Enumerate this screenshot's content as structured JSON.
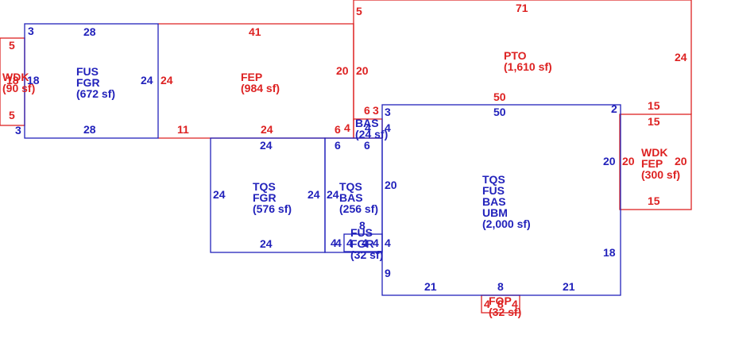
{
  "colors": {
    "blue": "#2222bb",
    "red": "#dd2222"
  },
  "areas": [
    {
      "id": "fus-fgr",
      "color": "blue",
      "lines": [
        "FUS",
        "FGR",
        "(672 sf)"
      ]
    },
    {
      "id": "fep-984",
      "color": "red",
      "lines": [
        "FEP",
        "(984 sf)"
      ]
    },
    {
      "id": "pto",
      "color": "red",
      "lines": [
        "PTO",
        "(1,610 sf)"
      ]
    },
    {
      "id": "wdk-90",
      "color": "red",
      "lines": [
        "WDK",
        "(90 sf)"
      ]
    },
    {
      "id": "tqs-fgr",
      "color": "blue",
      "lines": [
        "TQS",
        "FGR",
        "(576 sf)"
      ]
    },
    {
      "id": "tqs-bas",
      "color": "blue",
      "lines": [
        "TQS",
        "BAS",
        "(256 sf)"
      ]
    },
    {
      "id": "bas-24",
      "color": "blue",
      "lines": [
        "BAS",
        "(24 sf)"
      ]
    },
    {
      "id": "main",
      "color": "blue",
      "lines": [
        "TQS",
        "FUS",
        "BAS",
        "UBM",
        "(2,000 sf)"
      ]
    },
    {
      "id": "wdk-fep",
      "color": "red",
      "lines": [
        "WDK",
        "FEP",
        "(300 sf)"
      ]
    },
    {
      "id": "fus-fgr-32",
      "color": "blue",
      "lines": [
        "FUS",
        "FGR",
        "(32 sf)"
      ]
    },
    {
      "id": "fop",
      "color": "red",
      "lines": [
        "FOP",
        "(32 sf)"
      ]
    }
  ],
  "dimensions": {
    "wdk_left": "5",
    "wdk_left_bottom": "5",
    "wdk_overlap_18": "18",
    "wdk_overlap_6": "18",
    "fus_top": "28",
    "fus_bottom": "28",
    "fus_top_left": "3",
    "fus_bottom_left": "3",
    "fus_right": "24",
    "fep_top": "41",
    "fep_left": "24",
    "fep_right_a": "20",
    "fep_right_b": "20",
    "fep_bottom_11": "11",
    "fep_bottom_24": "24",
    "fep_bottom_6": "6",
    "pto_top": "71",
    "pto_left_5": "5",
    "pto_right": "24",
    "pto_bottom": "50",
    "pto_bottom_15": "15",
    "main_top": "50",
    "main_tl_3": "3",
    "main_tr_2": "2",
    "main_right_20": "20",
    "main_right_18": "18",
    "main_bottom_21a": "21",
    "main_bottom_8": "8",
    "main_bottom_21b": "21",
    "main_left_9": "9",
    "bas_6": "6",
    "bas_3": "3",
    "bas_4a": "4",
    "bas_4b": "4",
    "bas_4c": "4",
    "wdk_top_15": "15",
    "wdk_bottom_15": "15",
    "wdk_right_20": "20",
    "wdk_left_20": "20",
    "tqsfgr_top": "24",
    "tqsfgr_bottom": "24",
    "tqsfgr_left": "24",
    "tqsfgr_right": "24",
    "tqsbas_top_6a": "6",
    "tqsbas_top_6b": "6",
    "tqsbas_left": "24",
    "tqsbas_right": "20",
    "tqsbas_bottom_4": "4",
    "fgr32_8": "8",
    "fgr32_4a": "4",
    "fgr32_4b": "4",
    "fgr32_4c": "4",
    "fgr32_4d": "4",
    "fgr32_4e": "4",
    "fop_4a": "4",
    "fop_8": "8",
    "fop_4b": "4"
  }
}
